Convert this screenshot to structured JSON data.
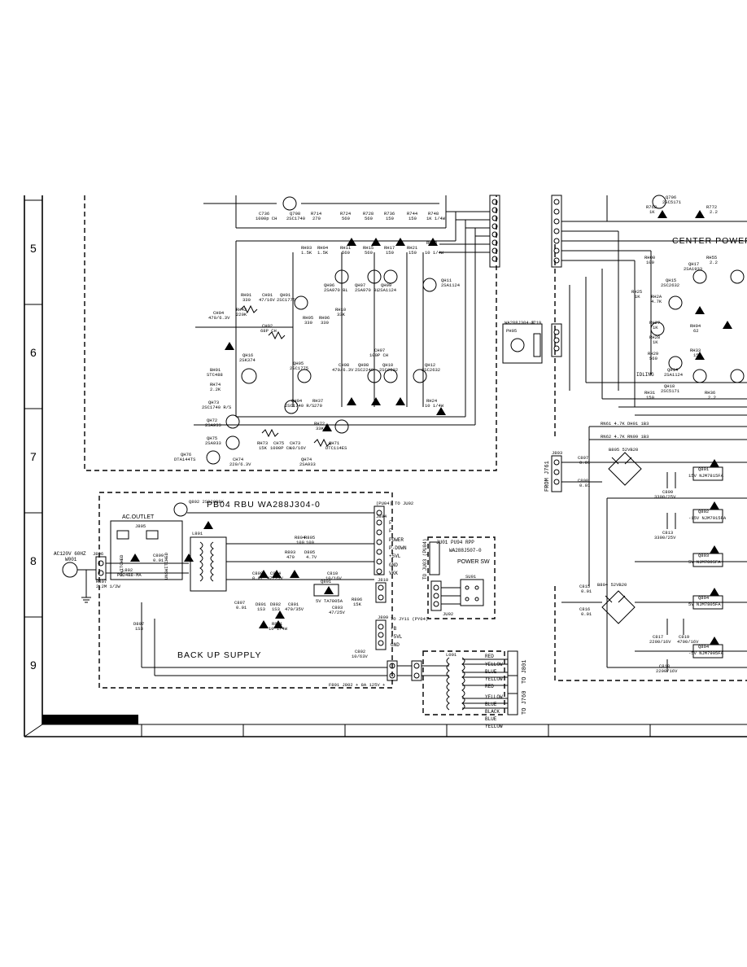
{
  "row_numbers": [
    "5",
    "6",
    "7",
    "8",
    "9"
  ],
  "amp_board": {
    "center_power_label": "CENTER POWER",
    "components": [
      {
        "ref": "C736",
        "value": "1000p CH"
      },
      {
        "ref": "Q708",
        "value": "2SC1740"
      },
      {
        "ref": "R714",
        "value": "270"
      },
      {
        "ref": "R724",
        "value": "560"
      },
      {
        "ref": "R728",
        "value": "560"
      },
      {
        "ref": "R736",
        "value": "150"
      },
      {
        "ref": "R744",
        "value": "150"
      },
      {
        "ref": "R748",
        "value": "1K 1/4W"
      },
      {
        "ref": "RH01",
        "value": "330"
      },
      {
        "ref": "CH01",
        "value": "47/16V"
      },
      {
        "ref": "QH01",
        "value": "2SC1775"
      },
      {
        "ref": "RH03",
        "value": "1.5K"
      },
      {
        "ref": "RH04",
        "value": "1.5K"
      },
      {
        "ref": "RH11",
        "value": "560"
      },
      {
        "ref": "RH15",
        "value": "560"
      },
      {
        "ref": "RH17",
        "value": "150"
      },
      {
        "ref": "RH21",
        "value": "150"
      },
      {
        "ref": "RH23",
        "value": "10 1/4W"
      },
      {
        "ref": "QH06",
        "value": "2SA970 BL"
      },
      {
        "ref": "QH07",
        "value": "2SA970 BL"
      },
      {
        "ref": "QH09",
        "value": "2SA1124"
      },
      {
        "ref": "QH11",
        "value": "2SA1124"
      },
      {
        "ref": "CH04",
        "value": "470/6.3V"
      },
      {
        "ref": "RH42",
        "value": "220K"
      },
      {
        "ref": "CH02",
        "value": "68P CH"
      },
      {
        "ref": "RH05",
        "value": "330"
      },
      {
        "ref": "RH06",
        "value": "330"
      },
      {
        "ref": "RH10",
        "value": "33K"
      },
      {
        "ref": "QH16",
        "value": "2SK374"
      },
      {
        "ref": "QH05",
        "value": "2SC1775"
      },
      {
        "ref": "CH07",
        "value": "100P CH"
      },
      {
        "ref": "CH08",
        "value": "470/6.3V"
      },
      {
        "ref": "QH08",
        "value": "2SC2240"
      },
      {
        "ref": "QH10",
        "value": "2SC2632"
      },
      {
        "ref": "QH12",
        "value": "2SC2632"
      },
      {
        "ref": "QH04",
        "value": "2SC1740 R/S"
      },
      {
        "ref": "RH37",
        "value": "270"
      },
      {
        "ref": "BH01",
        "value": "STC488"
      },
      {
        "ref": "RH74",
        "value": "2.2K"
      },
      {
        "ref": "QH73",
        "value": "2SC1740 R/S"
      },
      {
        "ref": "QH72",
        "value": "2SA933"
      },
      {
        "ref": "QH75",
        "value": "2SA933"
      },
      {
        "ref": "QH76",
        "value": "DTA144TS"
      },
      {
        "ref": "CH74",
        "value": "220/6.3V"
      },
      {
        "ref": "RH73",
        "value": "15K"
      },
      {
        "ref": "CH75",
        "value": "1000P CH"
      },
      {
        "ref": "CH73",
        "value": "10/16V"
      },
      {
        "ref": "QH74",
        "value": "2SA933"
      },
      {
        "ref": "QH71",
        "value": "DTC114ES"
      },
      {
        "ref": "RH72",
        "value": "33K"
      },
      {
        "ref": "RH24",
        "value": "10 1/4W"
      }
    ]
  },
  "center_power": {
    "components": [
      {
        "ref": "R762",
        "value": "1K"
      },
      {
        "ref": "Q706",
        "value": "2SC5171"
      },
      {
        "ref": "R772",
        "value": "2.2"
      },
      {
        "ref": "RH00",
        "value": "100"
      },
      {
        "ref": "RH55",
        "value": "2.2"
      },
      {
        "ref": "QH17",
        "value": "2SA1933"
      },
      {
        "ref": "QH15",
        "value": "2SC2632"
      },
      {
        "ref": "RH25",
        "value": "1K"
      },
      {
        "ref": "RH2A",
        "value": "4.7K"
      },
      {
        "ref": "RH27",
        "value": "1K"
      },
      {
        "ref": "RH28",
        "value": "1K"
      },
      {
        "ref": "RH29",
        "value": "560"
      },
      {
        "ref": "RH04",
        "value": "62"
      },
      {
        "ref": "RH33",
        "value": "15"
      },
      {
        "ref": "QH14",
        "value": "2SA1124"
      },
      {
        "ref": "RH31",
        "value": "150"
      },
      {
        "ref": "QH18",
        "value": "2SC5171"
      },
      {
        "ref": "RH36",
        "value": "2.2"
      }
    ],
    "idling_label": "IDLING"
  },
  "wa288": {
    "label": "WA288J304-0",
    "ref": "J719",
    "sub": "PH05"
  },
  "pb04_board": {
    "title": "PB04  RBU  WA288J304-0",
    "to_ju02": "(PU04) TO JU02",
    "ac_outlet": "AC.OUTLET",
    "j805": "J805",
    "switched": "SWITCHED",
    "unswitched": "UNSWITCHED",
    "backup_supply": "BACK UP SUPPLY",
    "ac_input": "AC120V 60HZ",
    "w001": "W001",
    "j806": "J806",
    "q802": "Q802 2SB20B8X",
    "l801": "L801",
    "pins_j804": [
      "F",
      "F",
      "POWER",
      "P-DOWN",
      "+5VL",
      "GND",
      "VKK"
    ],
    "j804": "J804",
    "to_jy11": "TO JY11 (PY04)",
    "pins_j809": [
      "+B",
      "+5VL",
      "GND"
    ],
    "j809": "J809",
    "j810": "J810",
    "fuse_text": "F801 J802  + 8A 125V +",
    "components": [
      {
        "ref": "R804",
        "value": "100"
      },
      {
        "ref": "R805",
        "value": "100"
      },
      {
        "ref": "R803",
        "value": "470"
      },
      {
        "ref": "D805",
        "value": "4.7V"
      },
      {
        "ref": "C808",
        "value": "0.01"
      },
      {
        "ref": "C804",
        "value": "47/25V"
      },
      {
        "ref": "C810",
        "value": "10/16V"
      },
      {
        "ref": "C809",
        "value": "0.01"
      },
      {
        "ref": "R807",
        "value": "2.2M 1/2W"
      },
      {
        "ref": "L802",
        "value": "PS24B8-MA"
      },
      {
        "ref": "C807",
        "value": "0.01"
      },
      {
        "ref": "D807",
        "value": "1S3"
      },
      {
        "ref": "D801",
        "value": "1S3"
      },
      {
        "ref": "D802",
        "value": "1S3"
      },
      {
        "ref": "C801",
        "value": "470/35V"
      },
      {
        "ref": "Q801",
        "value": "5V TA7805A"
      },
      {
        "ref": "R806",
        "value": "15K"
      },
      {
        "ref": "C803",
        "value": "47/25V"
      },
      {
        "ref": "R801",
        "value": "10 1/4W"
      },
      {
        "ref": "C802",
        "value": "10/63V"
      }
    ]
  },
  "power_sw_board": {
    "title": "JU01 PU94 RPP",
    "code": "WA288J507-0",
    "label": "POWER SW",
    "su01": "SU01",
    "ju02": "JU02",
    "to_ju03": "TO JU03 (PU04)"
  },
  "transformer": {
    "ref": "L001",
    "wires_top": [
      "RED",
      "YELLOW",
      "BLUE",
      "YELLOW",
      "RED"
    ],
    "wires_bottom": [
      "YELLOW",
      "BLUE",
      "BLACK",
      "BLUE",
      "YELLOW"
    ],
    "to_j801": "TO J801",
    "to_j760": "TO J760"
  },
  "right_supply": {
    "from": "FROM J761",
    "j803": "J803",
    "rectifiers": [
      "B805 52VB20",
      "B804 52VB20"
    ],
    "regs": [
      {
        "ref": "Q801",
        "value": "15V NJM7815FA"
      },
      {
        "ref": "Q802",
        "value": "-15V NJM7915FA"
      },
      {
        "ref": "Q803",
        "value": "5V NJM7805FA"
      },
      {
        "ref": "Q804",
        "value": "5V NJM7805FA"
      },
      {
        "ref": "Q804",
        "value": "-5V NJM7905FA"
      }
    ],
    "caps": [
      {
        "ref": "C809",
        "value": "3300/25V"
      },
      {
        "ref": "C813",
        "value": "3300/25V"
      },
      {
        "ref": "C817",
        "value": "2200/16V"
      },
      {
        "ref": "C818",
        "value": "2200/16V"
      },
      {
        "ref": "C819",
        "value": "4700/16V"
      },
      {
        "ref": "C807",
        "value": "0.01"
      },
      {
        "ref": "C808",
        "value": "0.01"
      },
      {
        "ref": "C815",
        "value": "0.01"
      },
      {
        "ref": "C816",
        "value": "0.01"
      }
    ],
    "rn_labels": [
      "RN61 4.7K  DH01 1B3",
      "RN62 4.7K  RN09 1B3"
    ]
  }
}
